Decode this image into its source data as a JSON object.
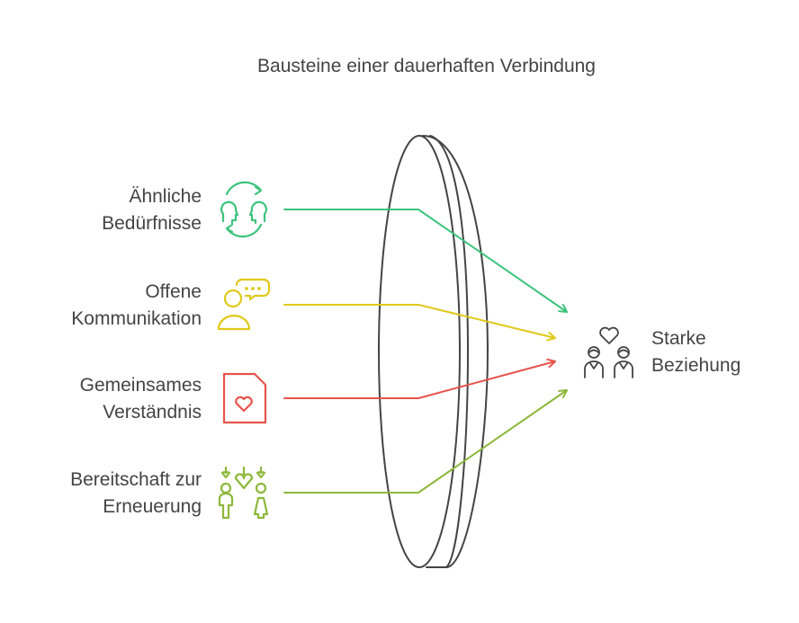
{
  "title": "Bausteine einer dauerhaften Verbindung",
  "inputs": [
    {
      "line1": "Ähnliche",
      "line2": "Bedürfnisse",
      "icon": "exchange-heads-icon",
      "color": "#3cc47c"
    },
    {
      "line1": "Offene",
      "line2": "Kommunikation",
      "icon": "person-speech-icon",
      "color": "#e0c91a"
    },
    {
      "line1": "Gemeinsames",
      "line2": "Verständnis",
      "icon": "heart-document-icon",
      "color": "#e5534b"
    },
    {
      "line1": "Bereitschaft zur",
      "line2": "Erneuerung",
      "icon": "couple-hearts-icon",
      "color": "#8db83a"
    }
  ],
  "output": {
    "line1": "Starke",
    "line2": "Beziehung",
    "icon": "couple-heart-icon",
    "color": "#444444"
  }
}
